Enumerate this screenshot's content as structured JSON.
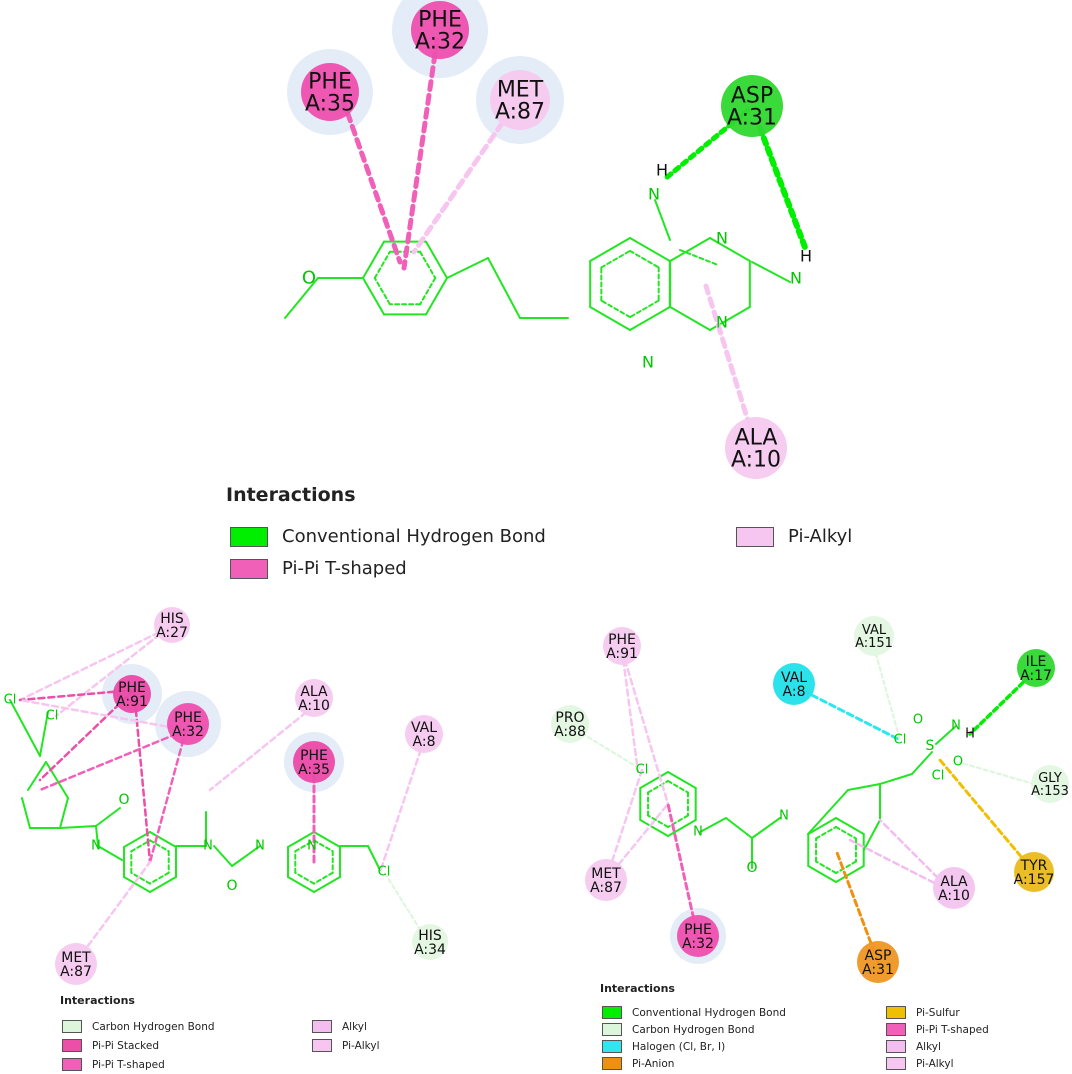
{
  "colors": {
    "conventional_hbond": "#00ee00",
    "carbon_hbond": "#dcf6dc",
    "pi_pi_t_shaped": "#f060b8",
    "pi_pi_stacked": "#ec4fa8",
    "pi_alkyl": "#f7c6f0",
    "alkyl": "#f3bdef",
    "halogen": "#2ee6ee",
    "pi_anion": "#f0900f",
    "pi_sulfur": "#f0c000",
    "ligand": "#22e622",
    "halo": "#e4ecf8"
  },
  "residue_styles": {
    "conv": {
      "fill": "#2ed82e"
    },
    "ptt": {
      "fill": "#ee4fae"
    },
    "pa": {
      "fill": "#f5c9ef"
    },
    "pistk": {
      "fill": "#ea4aa6"
    },
    "chb": {
      "fill": "#e2f7e2"
    },
    "hal": {
      "fill": "#22e2ea"
    },
    "anion": {
      "fill": "#ee9622"
    },
    "sulfur": {
      "fill": "#eabb1c"
    },
    "alkyl": {
      "fill": "#f3c4ef"
    }
  },
  "panels": [
    {
      "residues": [
        {
          "id": "phe35",
          "line1": "PHE",
          "line2": "A:35",
          "style": "ptt",
          "halo": true
        },
        {
          "id": "phe32",
          "line1": "PHE",
          "line2": "A:32",
          "style": "ptt",
          "halo": true
        },
        {
          "id": "met87",
          "line1": "MET",
          "line2": "A:87",
          "style": "pa",
          "halo": true
        },
        {
          "id": "asp31",
          "line1": "ASP",
          "line2": "A:31",
          "style": "conv",
          "halo": false
        },
        {
          "id": "ala10",
          "line1": "ALA",
          "line2": "A:10",
          "style": "pa",
          "halo": false
        }
      ]
    },
    {
      "residues": [
        {
          "id": "his27",
          "line1": "HIS",
          "line2": "A:27",
          "style": "pa",
          "halo": false
        },
        {
          "id": "phe91",
          "line1": "PHE",
          "line2": "A:91",
          "style": "pistk",
          "halo": true
        },
        {
          "id": "phe32b",
          "line1": "PHE",
          "line2": "A:32",
          "style": "ptt",
          "halo": true
        },
        {
          "id": "ala10b",
          "line1": "ALA",
          "line2": "A:10",
          "style": "pa",
          "halo": false
        },
        {
          "id": "phe35b",
          "line1": "PHE",
          "line2": "A:35",
          "style": "pistk",
          "halo": true
        },
        {
          "id": "val8b",
          "line1": "VAL",
          "line2": "A:8",
          "style": "pa",
          "halo": false
        },
        {
          "id": "his34",
          "line1": "HIS",
          "line2": "A:34",
          "style": "chb",
          "halo": false
        },
        {
          "id": "met87b",
          "line1": "MET",
          "line2": "A:87",
          "style": "pa",
          "halo": false
        }
      ]
    },
    {
      "residues": [
        {
          "id": "phe91c",
          "line1": "PHE",
          "line2": "A:91",
          "style": "pa",
          "halo": false
        },
        {
          "id": "val151",
          "line1": "VAL",
          "line2": "A:151",
          "style": "chb",
          "halo": false
        },
        {
          "id": "val8c",
          "line1": "VAL",
          "line2": "A:8",
          "style": "hal",
          "halo": false
        },
        {
          "id": "ile17",
          "line1": "ILE",
          "line2": "A:17",
          "style": "conv",
          "halo": false
        },
        {
          "id": "pro88",
          "line1": "PRO",
          "line2": "A:88",
          "style": "chb",
          "halo": false
        },
        {
          "id": "gly153",
          "line1": "GLY",
          "line2": "A:153",
          "style": "chb",
          "halo": false
        },
        {
          "id": "tyr157",
          "line1": "TYR",
          "line2": "A:157",
          "style": "sulfur",
          "halo": false
        },
        {
          "id": "met87c",
          "line1": "MET",
          "line2": "A:87",
          "style": "pa",
          "halo": false
        },
        {
          "id": "ala10c",
          "line1": "ALA",
          "line2": "A:10",
          "style": "alkyl",
          "halo": false
        },
        {
          "id": "phe32c",
          "line1": "PHE",
          "line2": "A:32",
          "style": "ptt",
          "halo": true
        },
        {
          "id": "asp31c",
          "line1": "ASP",
          "line2": "A:31",
          "style": "anion",
          "halo": false
        }
      ]
    }
  ],
  "atom_labels": {
    "N": "N",
    "O": "O",
    "H": "H",
    "Cl": "Cl",
    "S": "S"
  },
  "legend1": {
    "title": "Interactions",
    "items": [
      {
        "label": "Conventional Hydrogen Bond",
        "color": "#00ee00"
      },
      {
        "label": "Pi-Pi T-shaped",
        "color": "#f060b8"
      },
      {
        "label": "Pi-Alkyl",
        "color": "#f7c6f0"
      }
    ]
  },
  "legend2": {
    "title": "Interactions",
    "items": [
      {
        "label": "Carbon Hydrogen Bond",
        "color": "#dcf6dc"
      },
      {
        "label": "Pi-Pi Stacked",
        "color": "#ec4fa8"
      },
      {
        "label": "Pi-Pi T-shaped",
        "color": "#f060b8"
      },
      {
        "label": "Alkyl",
        "color": "#f3bdef"
      },
      {
        "label": "Pi-Alkyl",
        "color": "#f7c6f0"
      }
    ]
  },
  "legend3": {
    "title": "Interactions",
    "items": [
      {
        "label": "Conventional Hydrogen Bond",
        "color": "#00ee00"
      },
      {
        "label": "Carbon Hydrogen Bond",
        "color": "#dcf6dc"
      },
      {
        "label": "Halogen (Cl, Br, I)",
        "color": "#2ee6ee"
      },
      {
        "label": "Pi-Anion",
        "color": "#f0900f"
      },
      {
        "label": "Pi-Sulfur",
        "color": "#f0c000"
      },
      {
        "label": "Pi-Pi T-shaped",
        "color": "#f060b8"
      },
      {
        "label": "Alkyl",
        "color": "#f3bdef"
      },
      {
        "label": "Pi-Alkyl",
        "color": "#f7c6f0"
      }
    ]
  }
}
